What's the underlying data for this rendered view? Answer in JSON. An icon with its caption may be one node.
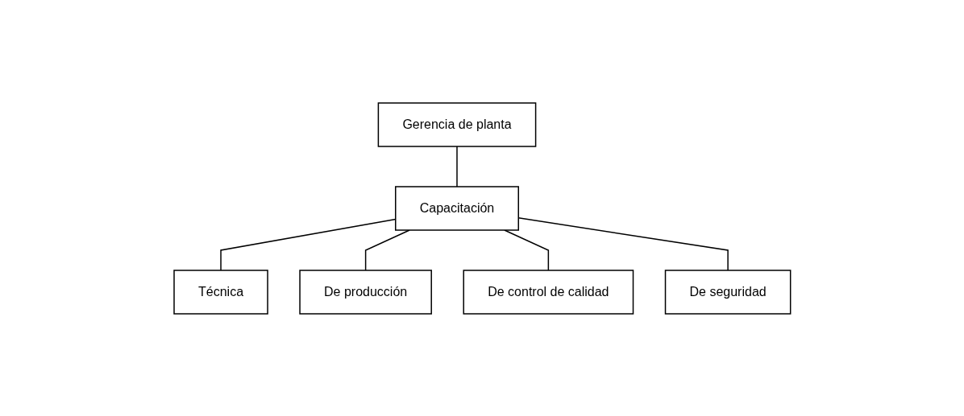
{
  "diagram": {
    "nodes": [
      {
        "text": [
          "Gerencia de planta"
        ]
      },
      {
        "text": [
          "Capacitación"
        ]
      },
      {
        "text": [
          "Técnica"
        ]
      },
      {
        "text": [
          "De producción"
        ]
      },
      {
        "text": [
          "De control de calidad"
        ]
      },
      {
        "text": [
          "De seguridad"
        ]
      }
    ],
    "edges": [
      {
        "from": 0,
        "to": 1,
        "arrow": "none"
      },
      {
        "from": 1,
        "to": 2,
        "arrow": "none"
      },
      {
        "from": 1,
        "to": 3,
        "arrow": "none"
      },
      {
        "from": 1,
        "to": 4,
        "arrow": "none"
      },
      {
        "from": 1,
        "to": 5,
        "arrow": "none"
      }
    ]
  }
}
